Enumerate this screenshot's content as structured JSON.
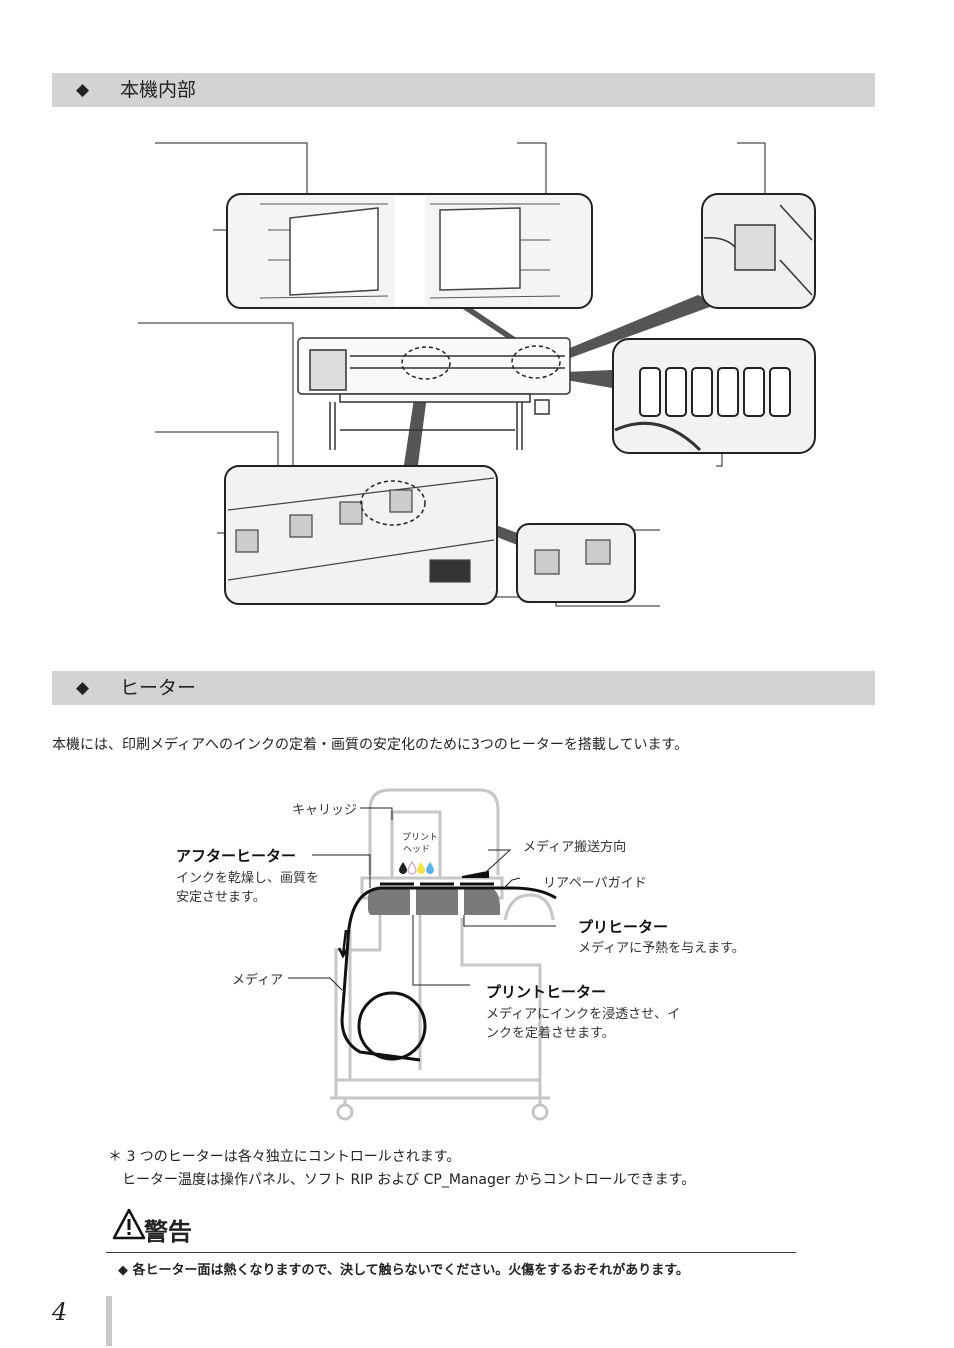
{
  "section1": {
    "bullet": "◆",
    "title": "本機内部"
  },
  "section2": {
    "bullet": "◆",
    "title": "ヒーター"
  },
  "intro": "本機には、印刷メディアへのインクの定着・画質の安定化のために3つのヒーターを搭載しています。",
  "diagram": {
    "carriage": "キャリッジ",
    "print_head_1": "プリント",
    "print_head_2": "ヘッド",
    "after_heater": "アフターヒーター",
    "after_heater_desc_1": "インクを乾燥し、画質を",
    "after_heater_desc_2": "安定させます。",
    "media_direction": "メディア搬送方向",
    "rear_paper_guide": "リアペーパガイド",
    "pre_heater": "プリヒーター",
    "pre_heater_desc": "メディアに予熱を与えます。",
    "media": "メディア",
    "print_heater": "プリントヒーター",
    "print_heater_desc_1": "メディアにインクを浸透させ、イ",
    "print_heater_desc_2": "ンクを定着させます。"
  },
  "note": {
    "line1": "＊ 3 つのヒーターは各々独立にコントロールされます。",
    "line2": "ヒーター温度は操作パネル、ソフト RIP および CP_Manager からコントロールできます。"
  },
  "warning": {
    "title": "警告",
    "text": "◆ 各ヒーター面は熱くなりますので、決して触らないでください。火傷をするおそれがあります。"
  },
  "page_number": "4"
}
